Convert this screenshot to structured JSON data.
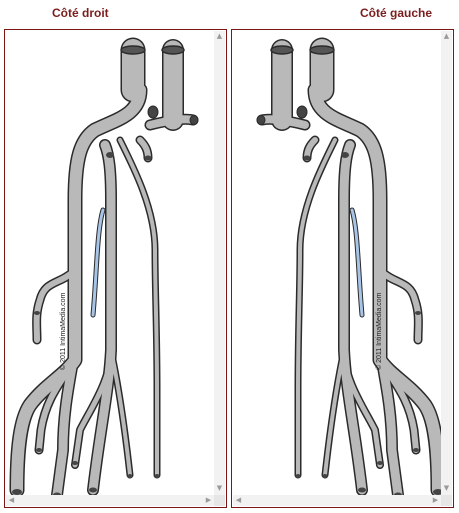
{
  "titles": {
    "left": "Côté droit",
    "right": "Côté gauche"
  },
  "copyright": "© 2011 IntimaMedia.com",
  "colors": {
    "frame": "#7b1616",
    "title": "#7a1e1e",
    "vessel": "#b9b9b9",
    "vessel_outline": "#2b2b2b",
    "highlight_vessel": "#a8c4e6"
  },
  "scrollbar_icons": {
    "up": "triangle-up-icon",
    "down": "triangle-down-icon",
    "left": "triangle-left-icon",
    "right": "triangle-right-icon"
  }
}
